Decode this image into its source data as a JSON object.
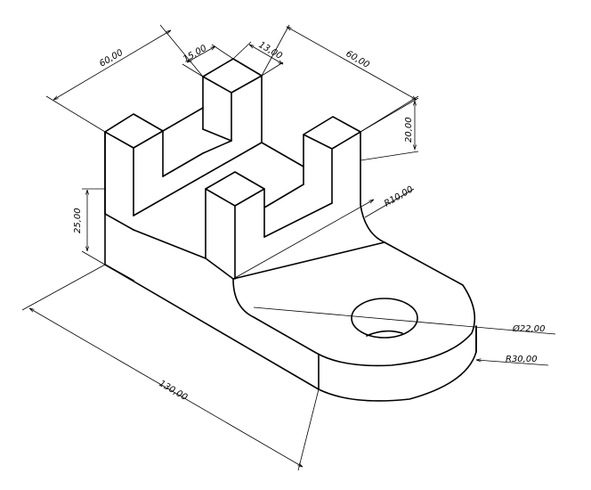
{
  "dimensions": {
    "overall_length": "130,00",
    "base_height": "25,00",
    "upright_width_left": "60,00",
    "upright_width_right": "60,00",
    "slot_width": "15,00",
    "tab_width": "13,00",
    "tab_height": "20,00",
    "fillet_radius": "R10,00",
    "hole_diameter": "Ø22,00",
    "end_radius": "R30,00"
  },
  "colors": {
    "line": "#000000",
    "background": "#ffffff"
  }
}
